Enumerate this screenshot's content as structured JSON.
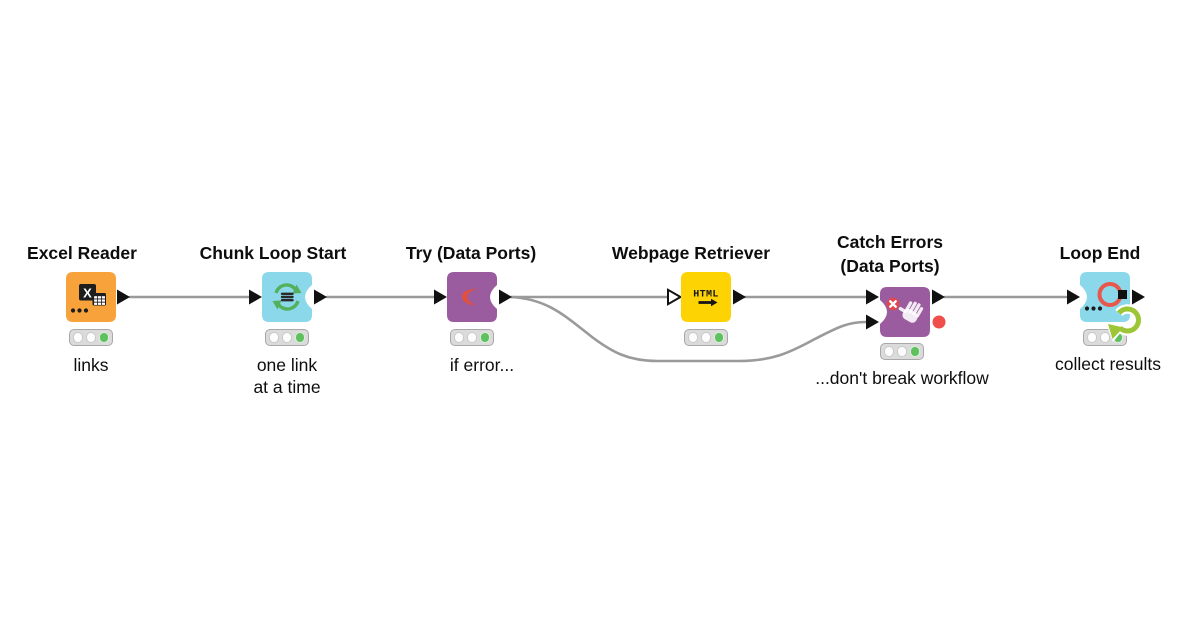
{
  "workflow": {
    "background": "#FFFFFF",
    "wire_color": "#9A9A9A",
    "colors": {
      "reader_orange": "#F7A23B",
      "loop_cyan": "#8BD8EA",
      "scope_purple": "#9A5C9F",
      "retriever_yellow": "#FDD303",
      "status_green": "#5EC15E",
      "flow_variable_red": "#EF4E4B",
      "reset_arrow_green": "#9CC636",
      "port_black": "#111111"
    },
    "nodes": [
      {
        "name": "excel-reader",
        "title": "Excel Reader",
        "annotation": "links",
        "color": "#F7A23B",
        "icon": "excel-table-icon",
        "icon_text": "X",
        "status": [
          "off",
          "off",
          "green"
        ]
      },
      {
        "name": "chunk-loop-start",
        "title": "Chunk Loop Start",
        "annotation": "one link\nat a time",
        "color": "#8BD8EA",
        "icon": "loop-refresh-icon",
        "icon_text": "",
        "status": [
          "off",
          "off",
          "green"
        ]
      },
      {
        "name": "try-data-ports",
        "title": "Try (Data Ports)",
        "annotation": "if error...",
        "color": "#9A5C9F",
        "icon": "try-crescent-icon",
        "icon_text": "",
        "status": [
          "off",
          "off",
          "green"
        ]
      },
      {
        "name": "webpage-retriever",
        "title": "Webpage Retriever",
        "annotation": "",
        "color": "#FDD303",
        "icon": "html-arrow-icon",
        "icon_text": "HTML",
        "status": [
          "off",
          "off",
          "green"
        ]
      },
      {
        "name": "catch-errors",
        "title": "Catch Errors\n(Data Ports)",
        "annotation": "...don't break workflow",
        "color": "#9A5C9F",
        "icon": "stop-hand-icon",
        "icon_text": "",
        "status": [
          "off",
          "off",
          "green"
        ]
      },
      {
        "name": "loop-end",
        "title": "Loop End",
        "annotation": "collect results",
        "color": "#8BD8EA",
        "icon": "loop-end-ring-icon",
        "icon_text": "",
        "status": [
          "off",
          "off",
          "green"
        ]
      }
    ],
    "connections": [
      {
        "from": "excel-reader",
        "to": "chunk-loop-start",
        "to_port": 1
      },
      {
        "from": "chunk-loop-start",
        "to": "try-data-ports",
        "to_port": 1
      },
      {
        "from": "try-data-ports",
        "to": "webpage-retriever",
        "to_port": 1
      },
      {
        "from": "try-data-ports",
        "to": "catch-errors",
        "to_port": 2
      },
      {
        "from": "webpage-retriever",
        "to": "catch-errors",
        "to_port": 1
      },
      {
        "from": "catch-errors",
        "to": "loop-end",
        "to_port": 1
      }
    ]
  }
}
